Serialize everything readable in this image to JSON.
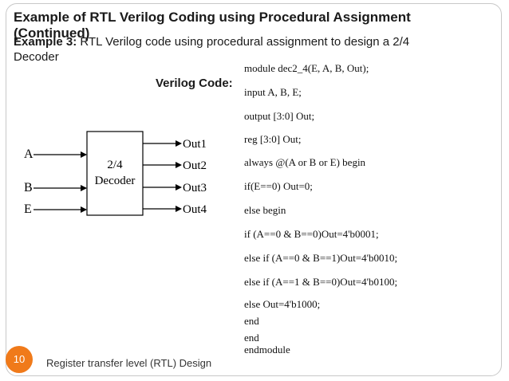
{
  "slide": {
    "title": "Example of RTL Verilog Coding using Procedural Assignment (Continued)",
    "example_label": "Example 3:",
    "example_text": " RTL Verilog code using procedural assignment to design a 2/4 Decoder",
    "verilog_label": "Verilog Code:",
    "code_lines": [
      "module  dec2_4(E, A, B, Out);",
      "input A, B, E;",
      "output [3:0] Out;",
      "reg [3:0] Out;",
      "always @(A or B or E) begin",
      "if(E==0) Out=0;",
      "else begin",
      "if (A==0 & B==0)Out=4'b0001;",
      "else if (A==0 & B==1)Out=4'b0010;",
      "else if (A==1 & B==0)Out=4'b0100;",
      "else Out=4'b1000;",
      "end",
      "end",
      "endmodule"
    ]
  },
  "diagram": {
    "inputs": [
      "A",
      "B",
      "E"
    ],
    "block_line1": "2/4",
    "block_line2": "Decoder",
    "outputs": [
      "Out1",
      "Out2",
      "Out3",
      "Out4"
    ]
  },
  "footer": {
    "page_number": "10",
    "text": "Register transfer level (RTL) Design",
    "accent_color": "#f07a1a"
  }
}
